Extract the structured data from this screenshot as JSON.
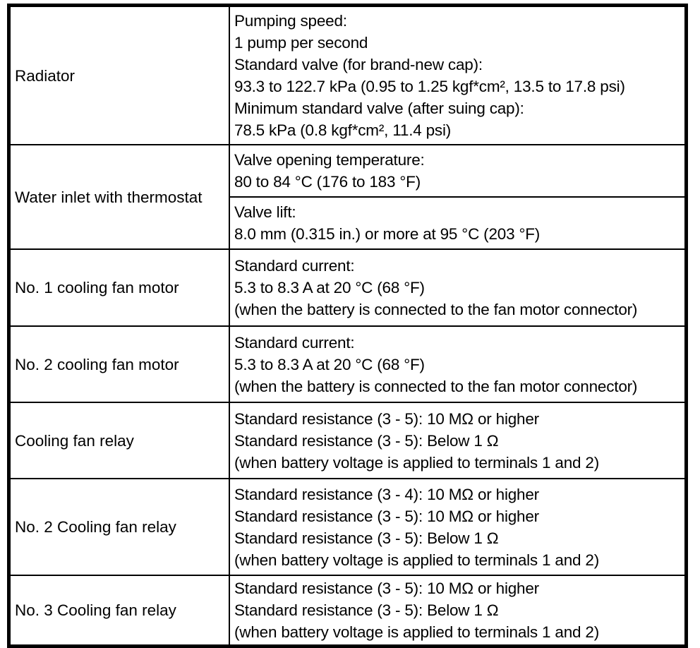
{
  "colors": {
    "background": "#ffffff",
    "border": "#000000",
    "text": "#000000"
  },
  "table": {
    "rows": [
      {
        "component": "Radiator",
        "cells": [
          {
            "lines": [
              "Pumping speed:",
              "1 pump per second",
              "Standard valve (for brand-new cap):",
              "93.3 to 122.7 kPa (0.95 to 1.25 kgf*cm², 13.5 to 17.8 psi)",
              "Minimum standard valve (after suing cap):",
              "78.5 kPa (0.8 kgf*cm², 11.4 psi)"
            ]
          }
        ]
      },
      {
        "component": "Water inlet with thermostat",
        "cells": [
          {
            "lines": [
              "Valve opening temperature:",
              "80 to 84 °C (176 to 183 °F)"
            ]
          },
          {
            "lines": [
              "Valve lift:",
              "8.0 mm (0.315 in.) or more at 95 °C (203 °F)"
            ]
          }
        ]
      },
      {
        "component": "No. 1 cooling fan motor",
        "cells": [
          {
            "lines": [
              "Standard current:",
              "5.3 to 8.3 A at 20 °C (68 °F)",
              "(when the battery is connected to the fan motor connector)"
            ]
          }
        ]
      },
      {
        "component": "No. 2 cooling fan motor",
        "cells": [
          {
            "lines": [
              "Standard current:",
              "5.3 to 8.3 A at 20 °C (68 °F)",
              "(when the battery is connected to the fan motor connector)"
            ]
          }
        ]
      },
      {
        "component": "Cooling fan relay",
        "cells": [
          {
            "lines": [
              "Standard resistance (3 - 5): 10 MΩ or higher",
              "Standard resistance (3 - 5): Below 1 Ω",
              "(when battery voltage is applied to terminals 1 and 2)"
            ]
          }
        ]
      },
      {
        "component": "No. 2 Cooling fan relay",
        "cells": [
          {
            "lines": [
              "Standard resistance (3 - 4): 10 MΩ or higher",
              "Standard resistance (3 - 5): 10 MΩ or higher",
              "Standard resistance (3 - 5): Below 1 Ω",
              "(when battery voltage is applied to terminals 1 and 2)"
            ]
          }
        ]
      },
      {
        "component": "No. 3 Cooling fan relay",
        "cells": [
          {
            "lines": [
              "Standard resistance (3 - 5): 10 MΩ or higher",
              "Standard resistance (3 - 5): Below 1 Ω",
              "(when battery voltage is applied to terminals 1 and 2)"
            ]
          }
        ]
      }
    ]
  }
}
